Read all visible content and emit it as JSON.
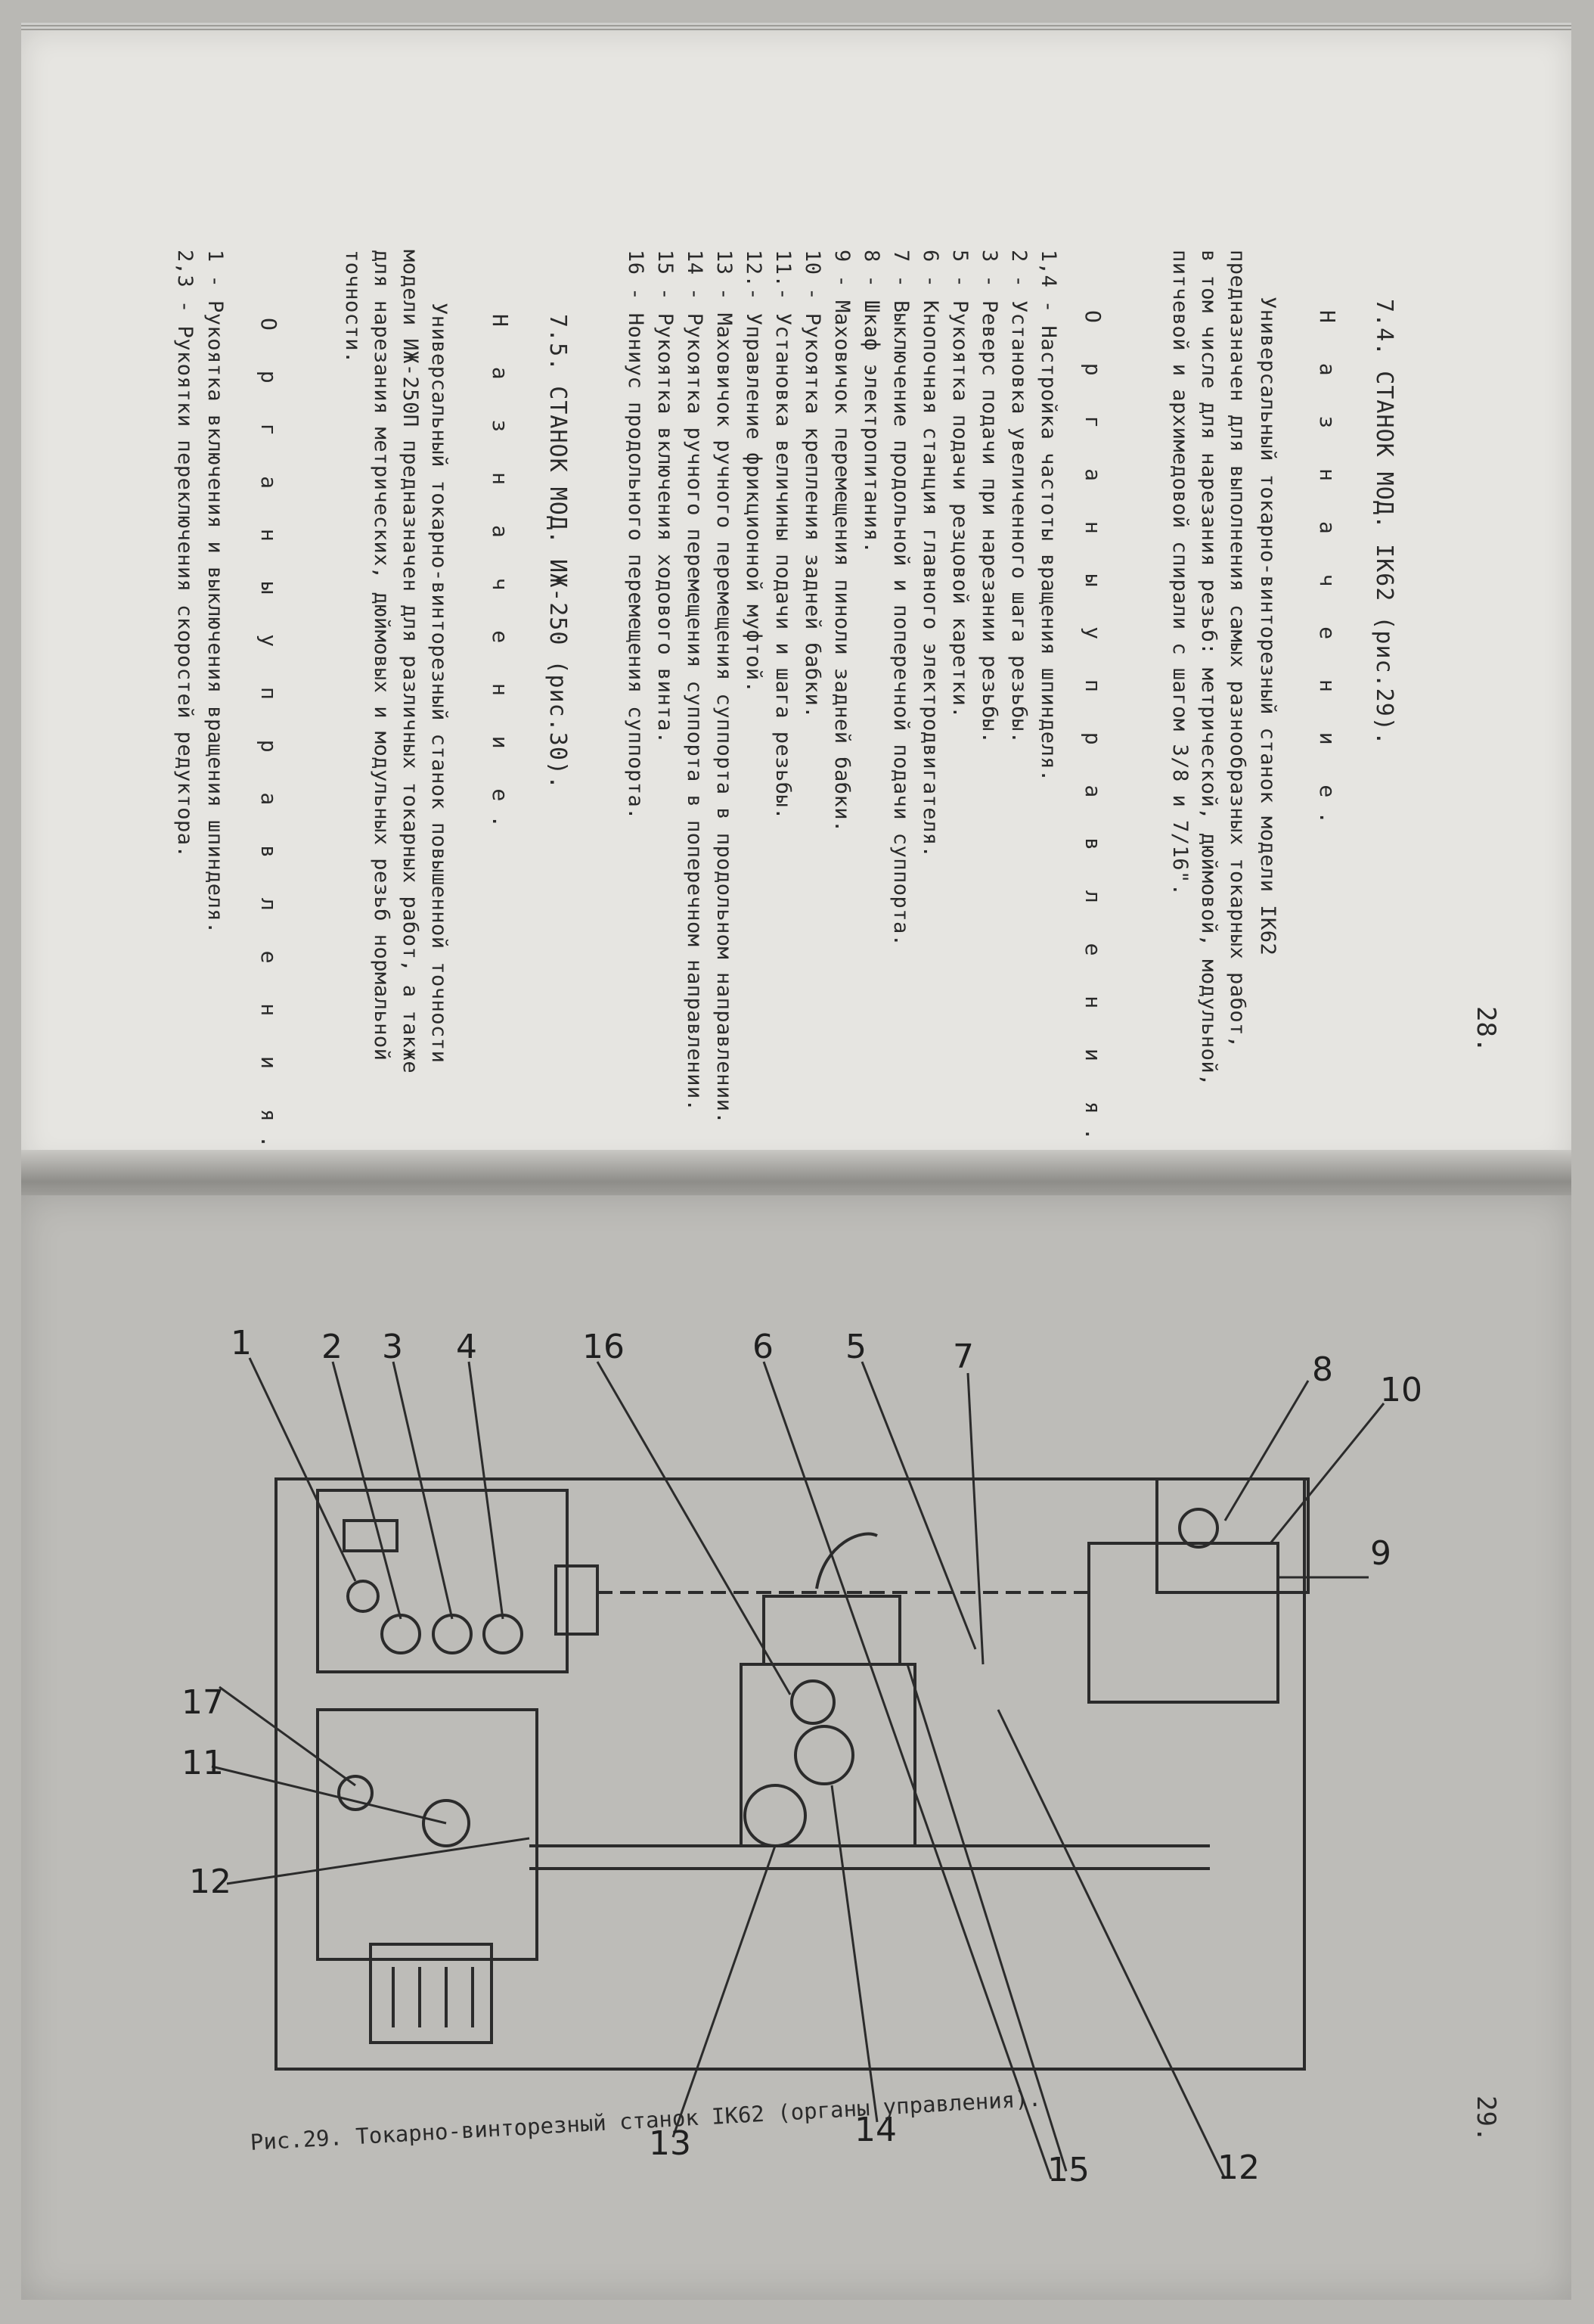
{
  "page28": {
    "page_number": "28.",
    "section_74_title": "7.4. СТАНОК МОД. IК62 (рис.29).",
    "purpose_heading_1": "Н а з н а ч е н и е.",
    "purpose_1_lines": [
      "Универсальный токарно-винторезный станок модели IК62",
      "предназначен для выполнения самых разнообразных токарных работ,",
      "в том числе для нарезания резьб: метрической, дюймовой, модульной,",
      "питчевой и архимедовой спирали с шагом 3/8 и 7/16\"."
    ],
    "controls_heading_1": "О р г а н ы   у п р а в л е н и я.",
    "controls_1": [
      "1,4 - Настройка частоты вращения шпинделя.",
      "2 - Установка увеличенного шага резьбы.",
      "3 - Реверс подачи при нарезании резьбы.",
      "5 - Рукоятка подачи резцовой каретки.",
      "6 - Кнопочная станция главного электродвигателя.",
      "7 - Выключение продольной и поперечной подачи суппорта.",
      "8 - Шкаф электропитания.",
      "9 - Маховичок перемещения пиноли задней бабки.",
      "10 - Рукоятка крепления задней бабки.",
      "11.- Установка величины подачи и шага резьбы.",
      "12.- Управление фрикционной муфтой.",
      "13 - Маховичок ручного перемещения суппорта в продольном направлении.",
      "14 - Рукоятка ручного перемещения суппорта в поперечном направлении.",
      "15 - Рукоятка включения ходового винта.",
      "16 - Нониус продольного перемещения суппорта."
    ],
    "section_75_title": "7.5. СТАНОК МОД. ИЖ-250 (рис.30).",
    "purpose_heading_2": "Н а з н а ч е н и е.",
    "purpose_2_lines": [
      "Универсальный токарно-винторезный станок повышенной точности",
      "модели ИЖ-250П предназначен для различных токарных работ, а также",
      "для нарезания метрических, дюймовых и модульных резьб нормальной",
      "точности."
    ],
    "controls_heading_2": "О р г а н ы   у п р а в л е н и я.",
    "controls_2": [
      "1 - Рукоятка включения и выключения вращения шпинделя.",
      "2,3 - Рукоятки переключения скоростей редуктора."
    ]
  },
  "page29": {
    "page_number": "29.",
    "figure_caption": "Рис.29. Токарно-винторезный станок IК62 (органы управления).",
    "callouts": [
      "1",
      "2",
      "3",
      "4",
      "16",
      "6",
      "5",
      "7",
      "8",
      "10",
      "9",
      "17",
      "11",
      "12",
      "13",
      "14",
      "15",
      "12"
    ]
  }
}
